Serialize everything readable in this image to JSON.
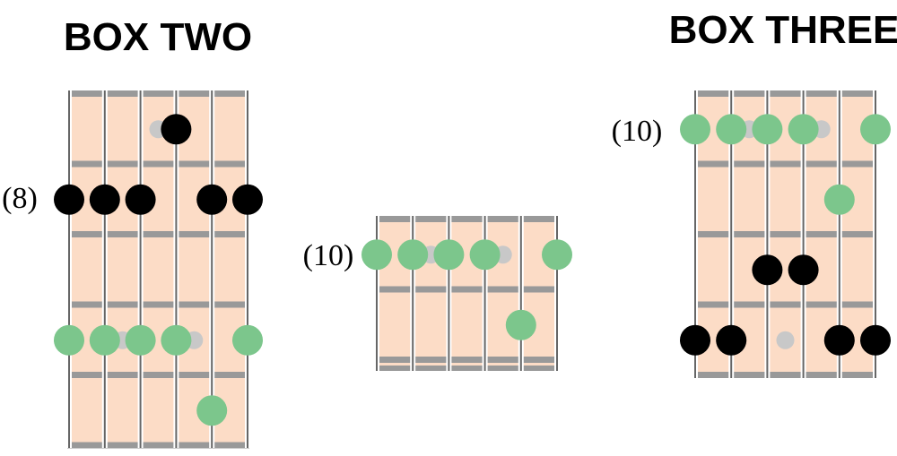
{
  "colors": {
    "board": "#fcdcc6",
    "fret": "#999999",
    "string": "#ffffff",
    "nut": "#000000",
    "note_black": "#000000",
    "note_green": "#7cc68c",
    "ghost": "#c8c8c8",
    "label": "#000000"
  },
  "diagrams": [
    {
      "id": "box-two",
      "title": "BOX TWO",
      "fret_label": "(8)",
      "strings": 6,
      "frets": 5,
      "notes": [
        {
          "string": 4,
          "fret": 0.5,
          "color": "black"
        },
        {
          "string": 1,
          "fret": 1.5,
          "color": "black"
        },
        {
          "string": 2,
          "fret": 1.5,
          "color": "black"
        },
        {
          "string": 3,
          "fret": 1.5,
          "color": "black"
        },
        {
          "string": 5,
          "fret": 1.5,
          "color": "black"
        },
        {
          "string": 6,
          "fret": 1.5,
          "color": "black"
        },
        {
          "string": 1,
          "fret": 3.5,
          "color": "green"
        },
        {
          "string": 2,
          "fret": 3.5,
          "color": "green"
        },
        {
          "string": 3,
          "fret": 3.5,
          "color": "green"
        },
        {
          "string": 4,
          "fret": 3.5,
          "color": "green"
        },
        {
          "string": 6,
          "fret": 3.5,
          "color": "green"
        },
        {
          "string": 5,
          "fret": 4.5,
          "color": "green"
        }
      ],
      "ghosts": [
        {
          "string": 3.5,
          "fret": 0.5
        },
        {
          "string": 2.5,
          "fret": 3.5
        },
        {
          "string": 4.5,
          "fret": 3.5
        }
      ]
    },
    {
      "id": "box-middle",
      "title": "",
      "fret_label": "(10)",
      "strings": 6,
      "frets": 2,
      "notes": [
        {
          "string": 1,
          "fret": 0.5,
          "color": "green"
        },
        {
          "string": 2,
          "fret": 0.5,
          "color": "green"
        },
        {
          "string": 3,
          "fret": 0.5,
          "color": "green"
        },
        {
          "string": 4,
          "fret": 0.5,
          "color": "green"
        },
        {
          "string": 6,
          "fret": 0.5,
          "color": "green"
        },
        {
          "string": 5,
          "fret": 1.5,
          "color": "green"
        }
      ],
      "ghosts": [
        {
          "string": 2.5,
          "fret": 0.5
        },
        {
          "string": 4.5,
          "fret": 0.5
        }
      ]
    },
    {
      "id": "box-three",
      "title": "BOX THREE",
      "fret_label": "(10)",
      "strings": 6,
      "frets": 4,
      "notes": [
        {
          "string": 1,
          "fret": 0.5,
          "color": "green"
        },
        {
          "string": 2,
          "fret": 0.5,
          "color": "green"
        },
        {
          "string": 3,
          "fret": 0.5,
          "color": "green"
        },
        {
          "string": 4,
          "fret": 0.5,
          "color": "green"
        },
        {
          "string": 6,
          "fret": 0.5,
          "color": "green"
        },
        {
          "string": 5,
          "fret": 1.5,
          "color": "green"
        },
        {
          "string": 3,
          "fret": 2.5,
          "color": "black"
        },
        {
          "string": 4,
          "fret": 2.5,
          "color": "black"
        },
        {
          "string": 1,
          "fret": 3.5,
          "color": "black"
        },
        {
          "string": 2,
          "fret": 3.5,
          "color": "black"
        },
        {
          "string": 5,
          "fret": 3.5,
          "color": "black"
        },
        {
          "string": 6,
          "fret": 3.5,
          "color": "black"
        }
      ],
      "ghosts": [
        {
          "string": 2.5,
          "fret": 0.5
        },
        {
          "string": 4.5,
          "fret": 0.5
        },
        {
          "string": 3.5,
          "fret": 3.5
        }
      ]
    }
  ]
}
